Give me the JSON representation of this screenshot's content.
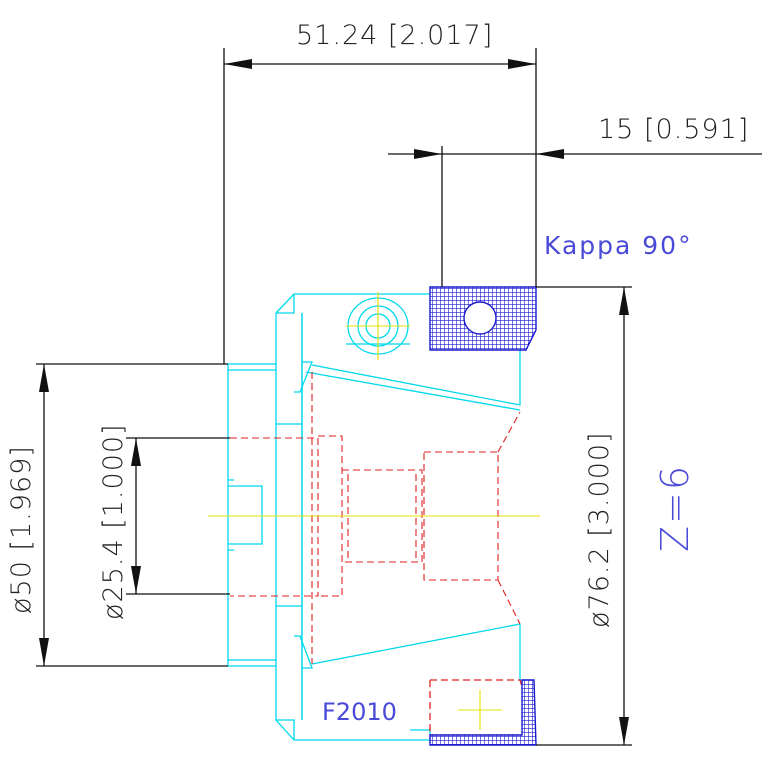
{
  "dimensions": {
    "overall_length": "51.24 [2.017]",
    "insert_offset": "15 [0.591]",
    "shank_diameter": "ø50 [1.969]",
    "bore_diameter": "ø25.4 [1.000]",
    "cutter_diameter": "ø76.2 [3.000]"
  },
  "annotations": {
    "lead_angle": "Kappa 90°",
    "teeth_count": "Z=6",
    "insert_code": "F2010"
  },
  "colors": {
    "dimension_lines": "#111111",
    "outline": "#00d8ec",
    "hidden_lines": "#e02020",
    "center_lines": "#e8e000",
    "insert": "#1a1ad0",
    "labels": "#4a4ad8"
  }
}
